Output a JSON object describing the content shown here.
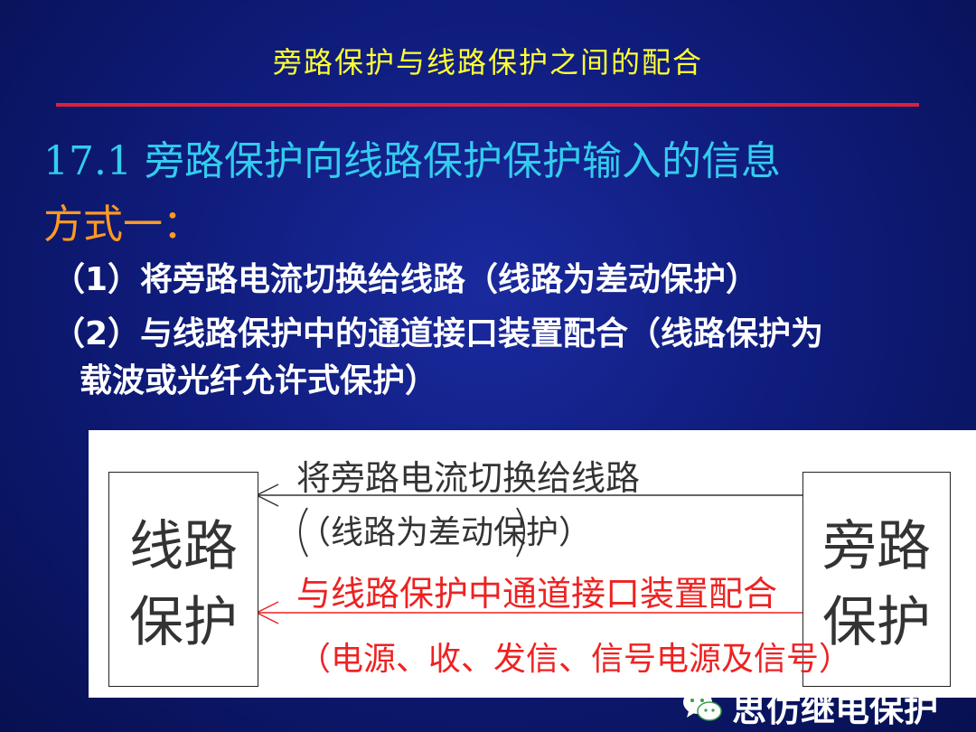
{
  "slide": {
    "title": "旁路保护与线路保护之间的配合",
    "heading": "17.1 旁路保护向线路保护保护输入的信息",
    "method": "方式一：",
    "items": [
      "（1）将旁路电流切换给线路（线路为差动保护）",
      "（2）与线路保护中的通道接口装置配合（线路保护为",
      "载波或光纤允许式保护）"
    ]
  },
  "diagram": {
    "left_box": [
      "线路",
      "保护"
    ],
    "right_box": [
      "旁路",
      "保护"
    ],
    "black_line1": "将旁路电流切换给线路",
    "black_line2": "（线路为差动保护）",
    "red_line1": "与线路保护中通道接口装置配合",
    "red_line2": "（电源、收、发信、信号电源及信号）"
  },
  "watermark": {
    "text": "思仿继电保护",
    "icon": "wechat-icon"
  },
  "colors": {
    "title": "#ffff33",
    "rule": "#e0203a",
    "heading": "#33ccee",
    "method": "#ff9922",
    "items": "#ffffff",
    "red_arrow": "#ee2222"
  }
}
